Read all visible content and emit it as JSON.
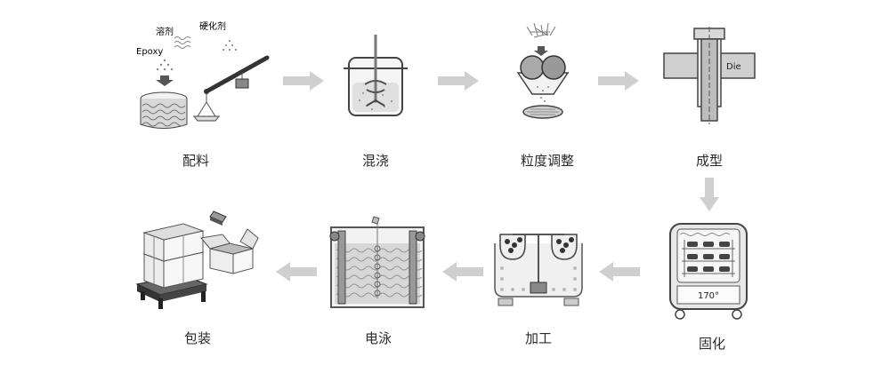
{
  "steps": [
    {
      "label": "配料",
      "sublabels": {
        "solvent": "溶剂",
        "hardener": "硬化剂",
        "epoxy": "Epoxy"
      }
    },
    {
      "label": "混浇"
    },
    {
      "label": "粒度调整"
    },
    {
      "label": "成型",
      "die_label": "Die"
    },
    {
      "label": "固化",
      "temperature": "170°"
    },
    {
      "label": "加工"
    },
    {
      "label": "电泳"
    },
    {
      "label": "包装"
    }
  ],
  "colors": {
    "arrow": "#cfcfcf",
    "outline": "#444444",
    "fill_light": "#e6e6e6",
    "fill_mid": "#bdbdbd",
    "fill_dark": "#6b6b6b"
  }
}
